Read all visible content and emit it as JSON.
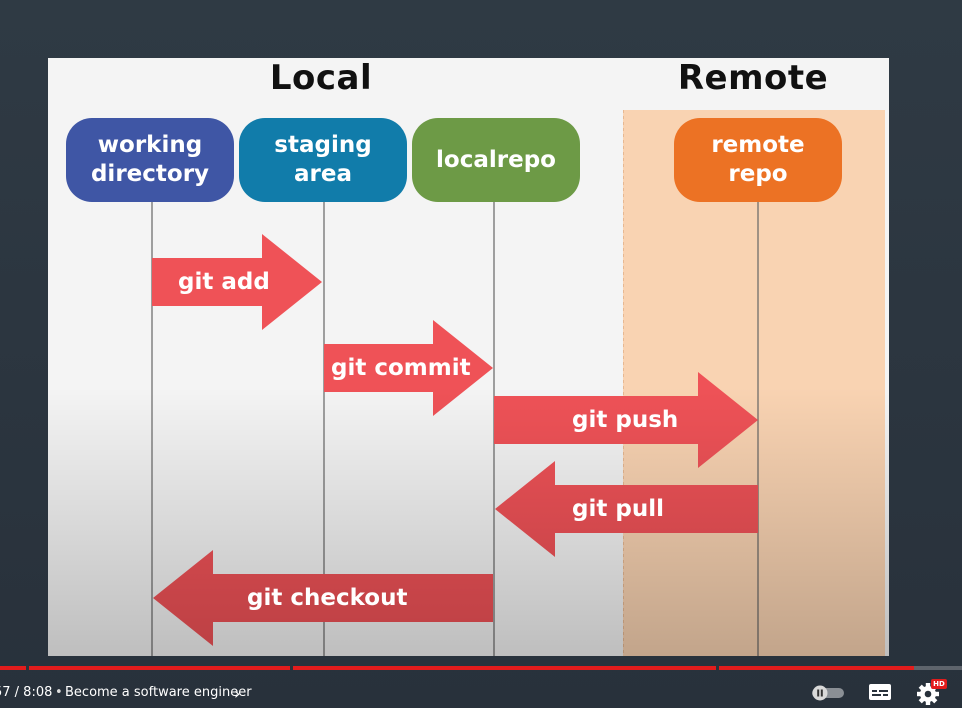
{
  "slide": {
    "headings": {
      "local": "Local",
      "remote": "Remote"
    },
    "boxes": [
      {
        "label": "working\ndirectory",
        "color": "#3f56a5"
      },
      {
        "label": "staging\narea",
        "color": "#117caa"
      },
      {
        "label": "localrepo",
        "color": "#6d9a46"
      },
      {
        "label": "remote\nrepo",
        "color": "#ec7224"
      }
    ],
    "commands": [
      {
        "label": "git add",
        "direction": "right"
      },
      {
        "label": "git commit",
        "direction": "right"
      },
      {
        "label": "git push",
        "direction": "right"
      },
      {
        "label": "git pull",
        "direction": "left"
      },
      {
        "label": "git checkout",
        "direction": "left"
      }
    ],
    "colors": {
      "arrow": "#ef5257",
      "remote_zone": "#f9d3b2",
      "background": "#f4f4f4"
    }
  },
  "player": {
    "time": "57 / 8:08",
    "separator": "•",
    "chapter_title": "Become a software engineer",
    "progress": 0.95,
    "hd_badge": "HD",
    "icons": [
      "chevron-right-icon",
      "autoplay-toggle-icon",
      "subtitles-icon",
      "settings-icon"
    ]
  }
}
